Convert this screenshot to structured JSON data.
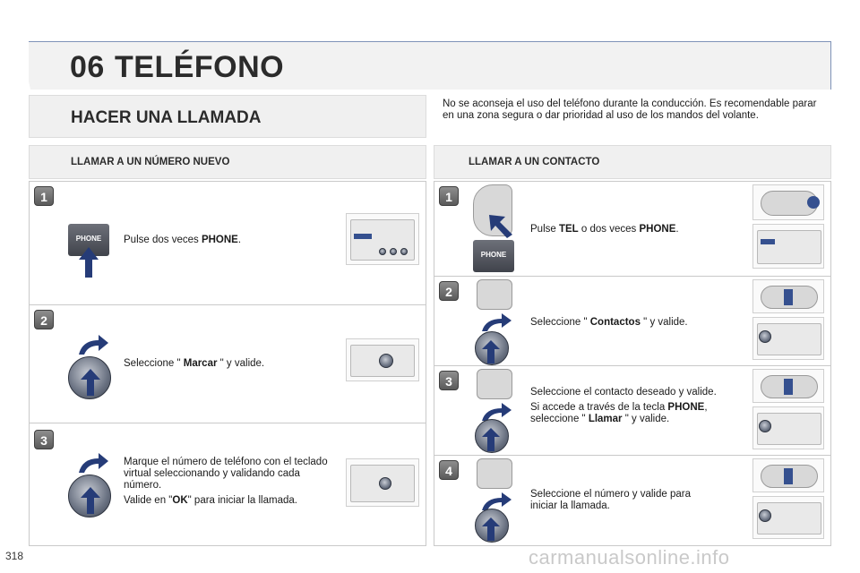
{
  "chapter": {
    "number": "06",
    "title": "TELÉFONO"
  },
  "section_title": "HACER UNA LLAMADA",
  "warning_text": "No se aconseja el uso del teléfono durante la conducción. Es recomendable parar en una zona segura o dar prioridad al uso de los mandos del volante.",
  "left": {
    "subtitle": "LLAMAR A UN NÚMERO NUEVO",
    "steps": [
      {
        "num": "1",
        "text_pre": "Pulse dos veces ",
        "text_bold": "PHONE",
        "text_post": ".",
        "key_label": "PHONE"
      },
      {
        "num": "2",
        "text_pre": "Seleccione \" ",
        "text_bold": "Marcar",
        "text_post": " \" y valide."
      },
      {
        "num": "3",
        "para1": "Marque el número de teléfono con el teclado virtual seleccionando y validando cada número.",
        "para2_pre": "Valide en \"",
        "para2_bold": "OK",
        "para2_post": "\" para iniciar la llamada."
      }
    ]
  },
  "right": {
    "subtitle": "LLAMAR A UN CONTACTO",
    "steps": [
      {
        "num": "1",
        "t1": "Pulse ",
        "b1": "TEL",
        "t2": " o dos veces ",
        "b2": "PHONE",
        "t3": ".",
        "key_label": "PHONE"
      },
      {
        "num": "2",
        "text_pre": "Seleccione \" ",
        "text_bold": "Contactos",
        "text_post": " \" y valide."
      },
      {
        "num": "3",
        "para1": "Seleccione el contacto deseado y valide.",
        "p2a": "Si accede a través de la tecla ",
        "p2b": "PHONE",
        "p2c": ", seleccione \" ",
        "p2d": "Llamar",
        "p2e": " \" y valide."
      },
      {
        "num": "4",
        "para1": "Seleccione el número y valide para iniciar la llamada."
      }
    ]
  },
  "page_number": "318",
  "watermark": "carmanualsonline.info"
}
